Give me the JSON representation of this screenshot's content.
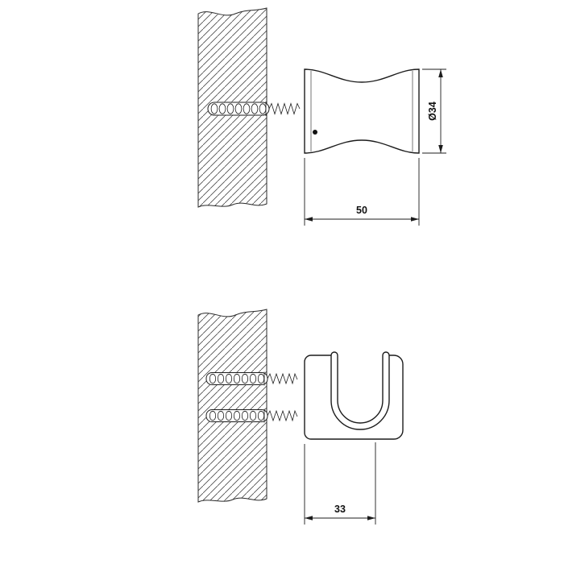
{
  "canvas": {
    "background": "#ffffff",
    "line_color": "#1c1c1c"
  },
  "dimensions": {
    "side_view": {
      "depth": "50",
      "diameter": "Ø34"
    },
    "front_view": {
      "width": "33"
    }
  }
}
